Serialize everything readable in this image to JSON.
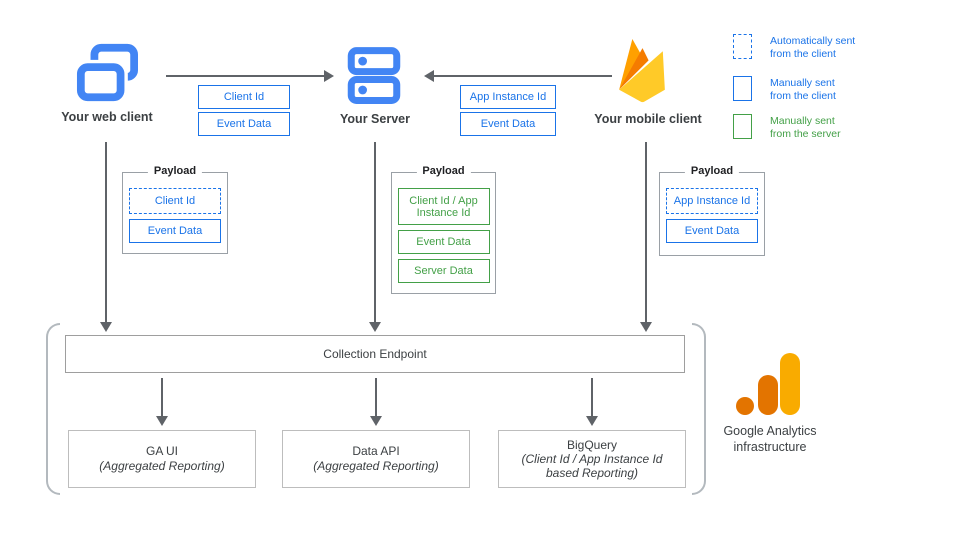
{
  "diagram": {
    "clients": {
      "web": {
        "label": "Your web client"
      },
      "server": {
        "label": "Your Server"
      },
      "mobile": {
        "label": "Your mobile client"
      }
    },
    "arrows": {
      "web_to_server": {
        "chips": [
          "Client Id",
          "Event Data"
        ]
      },
      "mobile_to_server": {
        "chips": [
          "App Instance Id",
          "Event Data"
        ]
      }
    },
    "payloads": {
      "web": {
        "title": "Payload",
        "items": [
          "Client Id",
          "Event Data"
        ]
      },
      "server": {
        "title": "Payload",
        "items": [
          "Client Id / App Instance Id",
          "Event Data",
          "Server Data"
        ]
      },
      "mobile": {
        "title": "Payload",
        "items": [
          "App Instance Id",
          "Event Data"
        ]
      }
    },
    "legend": {
      "items": [
        {
          "line1": "Automatically sent",
          "line2": "from the client"
        },
        {
          "line1": "Manually sent",
          "line2": "from the client"
        },
        {
          "line1": "Manually sent",
          "line2": "from the server"
        }
      ]
    },
    "infrastructure": {
      "collection_endpoint": "Collection Endpoint",
      "outputs": [
        {
          "title": "GA UI",
          "subtitle": "(Aggregated Reporting)"
        },
        {
          "title": "Data API",
          "subtitle": "(Aggregated Reporting)"
        },
        {
          "title": "BigQuery",
          "subtitle": "(Client Id / App Instance Id based Reporting)"
        }
      ],
      "brand": {
        "line1": "Google Analytics",
        "line2": "infrastructure"
      }
    },
    "colors": {
      "blue": "#1a73e8",
      "green": "#43A047",
      "icon_blue": "#4285F4",
      "firebase_amber": "#FFA000",
      "firebase_orange": "#F57C00",
      "firebase_yellow": "#FFCA28",
      "ga_orange": "#E37400",
      "ga_yellow": "#F9AB00",
      "arrow_gray": "#5f6368"
    }
  }
}
